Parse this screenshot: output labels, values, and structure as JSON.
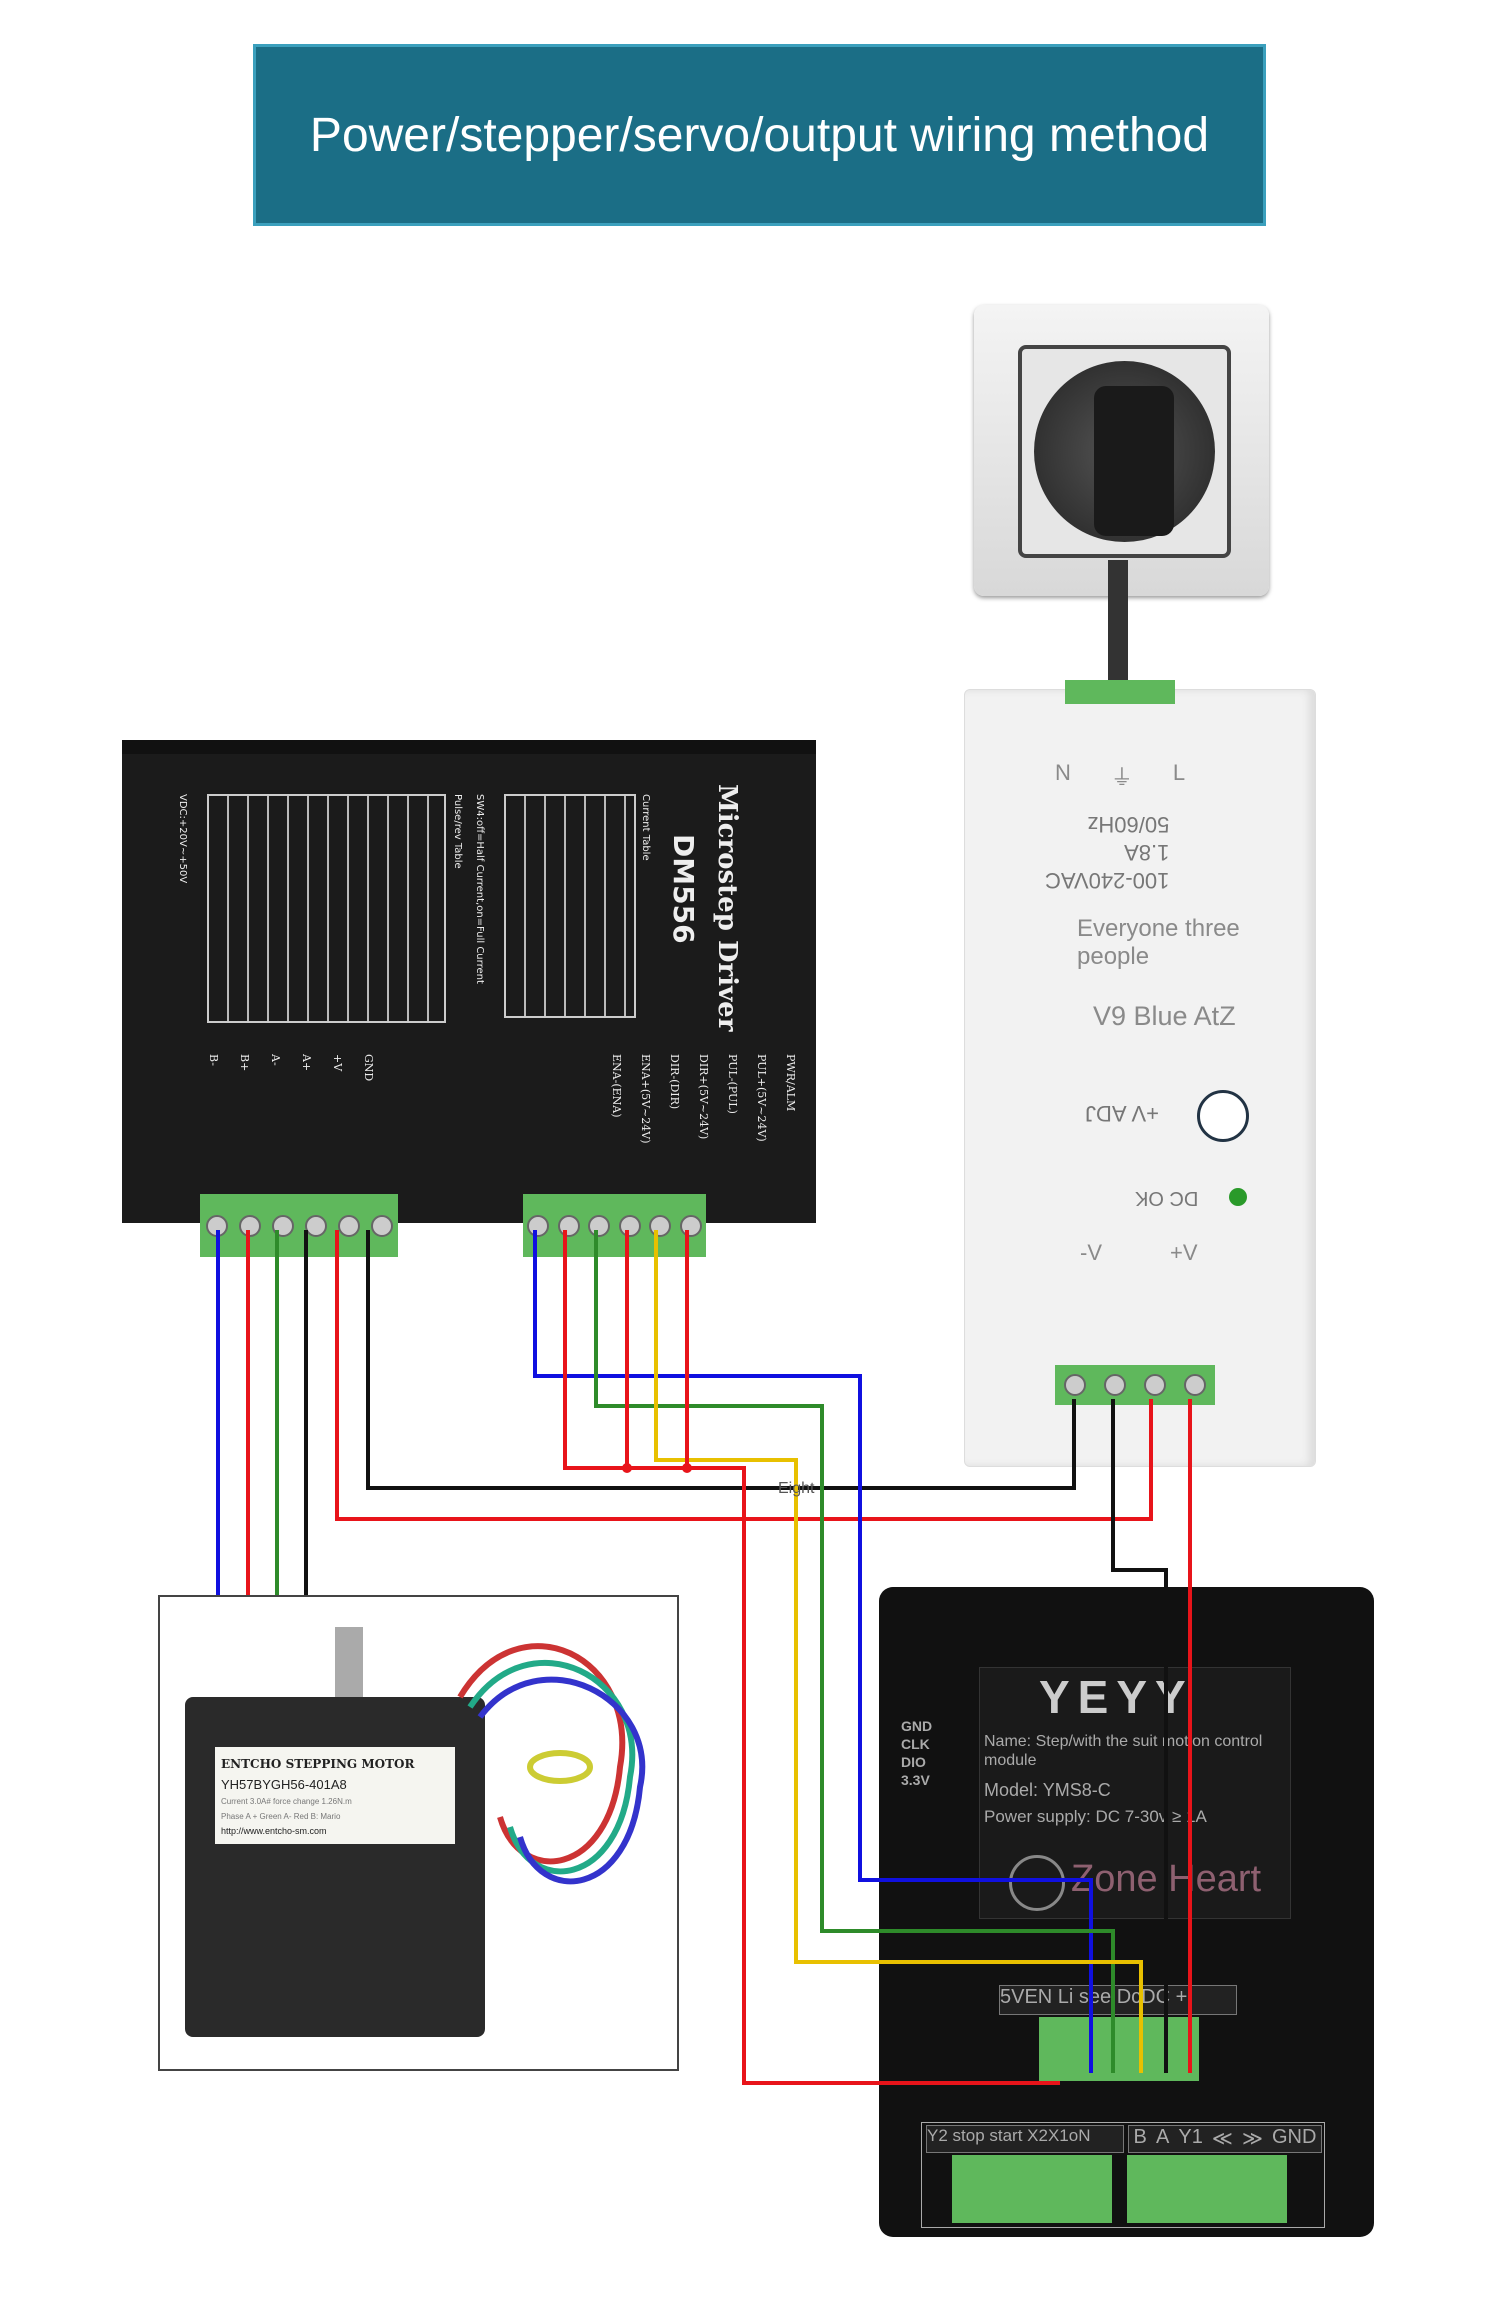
{
  "title": "Power/stepper/servo/output wiring method",
  "psu": {
    "terminals_top": [
      "N",
      "⏚",
      "L"
    ],
    "rating": [
      "100-240VAC",
      "1.8A",
      "50/60Hz"
    ],
    "caption1": "Everyone three people",
    "caption2": "V9 Blue AtZ",
    "adj_label": "+V ADJ",
    "dc_ok": "DC OK",
    "terminals_bottom": [
      "-V",
      "+V"
    ]
  },
  "driver": {
    "title": "Microstep Driver",
    "model": "DM556",
    "current_table": "Current Table",
    "pulse_table": "Pulse/rev Table",
    "sw4_note": "SW4:off=Half Current,on=Full Current",
    "vdc": "VDC:+20V~+50V",
    "motor_pins": [
      "B-",
      "B+",
      "A-",
      "A+",
      "+V",
      "GND"
    ],
    "signal_pins": [
      "PWR/ALM",
      "PUL+(5V~24V)",
      "PUL-(PUL)",
      "DIR+(5V~24V)",
      "DIR-(DIR)",
      "ENA+(5V~24V)",
      "ENA-(ENA)"
    ]
  },
  "motor": {
    "brand": "ENTCHO STEPPING MOTOR",
    "model": "YH57BYGH56-401A8",
    "line1": "Current 3.0A# force change 1.26N.m",
    "line2": "Phase A + Green A- Red B: Mario",
    "url": "http://www.entcho-sm.com"
  },
  "crossover_label": "Eight",
  "module": {
    "brand": "YEYY",
    "side_pins": [
      "GND",
      "CLK",
      "DIO",
      "3.3V"
    ],
    "name": "Name: Step/with the suit motion control module",
    "model": "Model: YMS8-C",
    "power": "Power supply: DC 7-30v ≥ 1A",
    "zone": "Zone Heart",
    "top_label": "5VEN Li see DcDC +",
    "bottom_left_label": "Y2 stop start X2X1oN",
    "bottom_right_labels": [
      "B",
      "A",
      "Y1",
      "≪",
      "≫",
      "GND"
    ]
  },
  "colors": {
    "banner": "#1b6e86",
    "red": "#e8141a",
    "blue": "#1010e0",
    "green": "#2e8b2a",
    "yellow": "#e8c000",
    "black": "#111111"
  }
}
